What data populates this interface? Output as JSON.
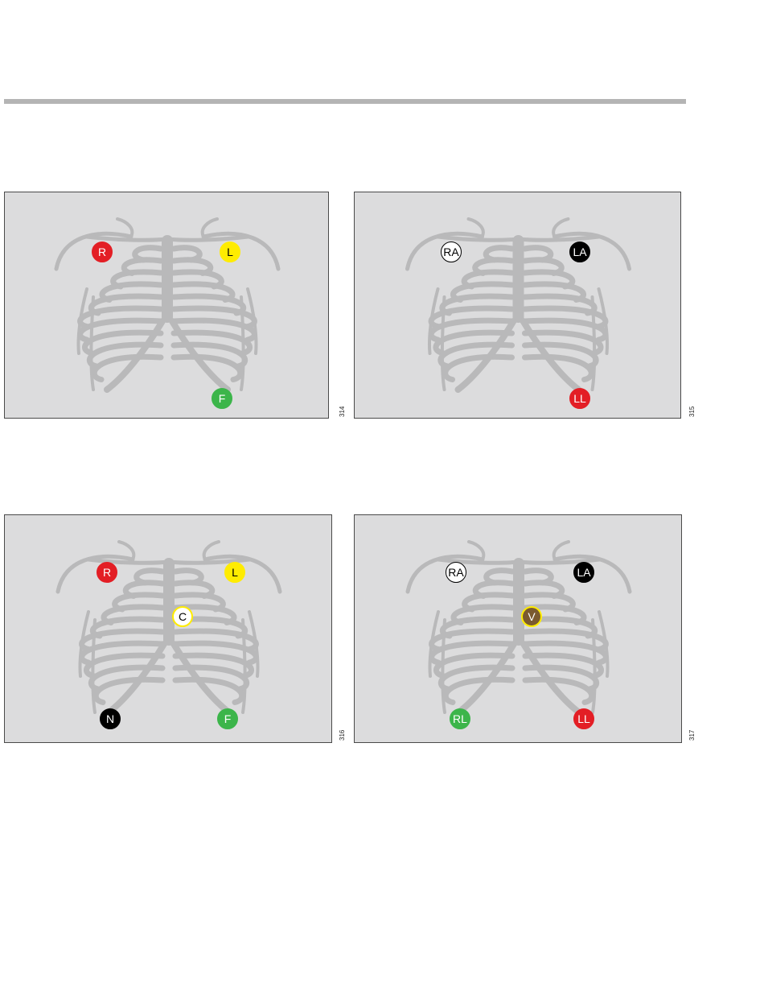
{
  "figures": [
    {
      "number": "314",
      "electrodes": [
        {
          "label": "R",
          "fill": "#e31e25",
          "text": "#ffffff",
          "stroke": "#e31e25"
        },
        {
          "label": "L",
          "fill": "#ffec00",
          "text": "#000000",
          "stroke": "#ffec00"
        },
        {
          "label": "F",
          "fill": "#3cb54a",
          "text": "#ffffff",
          "stroke": "#3cb54a"
        }
      ]
    },
    {
      "number": "315",
      "electrodes": [
        {
          "label": "RA",
          "fill": "#ffffff",
          "text": "#000000",
          "stroke": "#000000"
        },
        {
          "label": "LA",
          "fill": "#000000",
          "text": "#ffffff",
          "stroke": "#000000"
        },
        {
          "label": "LL",
          "fill": "#e31e25",
          "text": "#ffffff",
          "stroke": "#e31e25"
        }
      ]
    },
    {
      "number": "316",
      "electrodes": [
        {
          "label": "R",
          "fill": "#e31e25",
          "text": "#ffffff",
          "stroke": "#e31e25"
        },
        {
          "label": "L",
          "fill": "#ffec00",
          "text": "#000000",
          "stroke": "#ffec00"
        },
        {
          "label": "C",
          "fill": "#ffffff",
          "text": "#000000",
          "stroke": "#ffec00"
        },
        {
          "label": "N",
          "fill": "#000000",
          "text": "#ffffff",
          "stroke": "#000000"
        },
        {
          "label": "F",
          "fill": "#3cb54a",
          "text": "#ffffff",
          "stroke": "#3cb54a"
        }
      ]
    },
    {
      "number": "317",
      "electrodes": [
        {
          "label": "RA",
          "fill": "#ffffff",
          "text": "#000000",
          "stroke": "#000000"
        },
        {
          "label": "LA",
          "fill": "#000000",
          "text": "#ffffff",
          "stroke": "#000000"
        },
        {
          "label": "V",
          "fill": "#7b5a2f",
          "text": "#ffffff",
          "stroke": "#ffec00"
        },
        {
          "label": "RL",
          "fill": "#3cb54a",
          "text": "#ffffff",
          "stroke": "#3cb54a"
        },
        {
          "label": "LL",
          "fill": "#e31e25",
          "text": "#ffffff",
          "stroke": "#e31e25"
        }
      ]
    }
  ]
}
